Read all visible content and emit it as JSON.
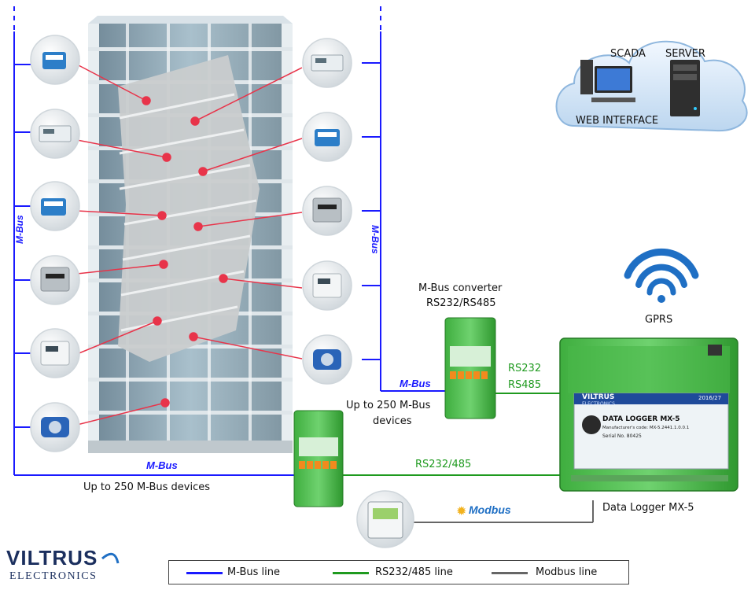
{
  "brand": {
    "name": "VILTRUS",
    "sub": "ELECTRONICS"
  },
  "cloud": {
    "scada": "SCADA",
    "server": "SERVER",
    "web": "WEB INTERFACE"
  },
  "labels": {
    "gprs": "GPRS",
    "mbus_converter_1": "M-Bus converter",
    "mbus_converter_2": "RS232/RS485",
    "rs232": "RS232",
    "rs485": "RS485",
    "up_to_250_a": "Up to 250 M-Bus",
    "up_to_250_b": "devices",
    "up_to_250_bottom": "Up to 250 M-Bus devices",
    "rs232_485": "RS232/485",
    "data_logger": "Data Logger MX-5",
    "modbus": "Modbus",
    "mbus_logo": "M-Bus"
  },
  "logger": {
    "brand": "VILTRUS",
    "brand_sub": "ELECTRONICS",
    "title": "DATA LOGGER MX-5",
    "manufacturer": "Manufacturer's code: MX-5.2441.1.0.0.1",
    "serial": "Serial No. 80425",
    "badge": "2016/27"
  },
  "legend": {
    "items": [
      {
        "label": "M-Bus line",
        "color": "#1a1aff"
      },
      {
        "label": "RS232/485 line",
        "color": "#1f9a1f"
      },
      {
        "label": "Modbus line",
        "color": "#666666"
      }
    ]
  },
  "colors": {
    "mbus": "#1a1aff",
    "rs": "#1f9a1f",
    "modbus": "#666666",
    "dot": "#e8344a"
  }
}
